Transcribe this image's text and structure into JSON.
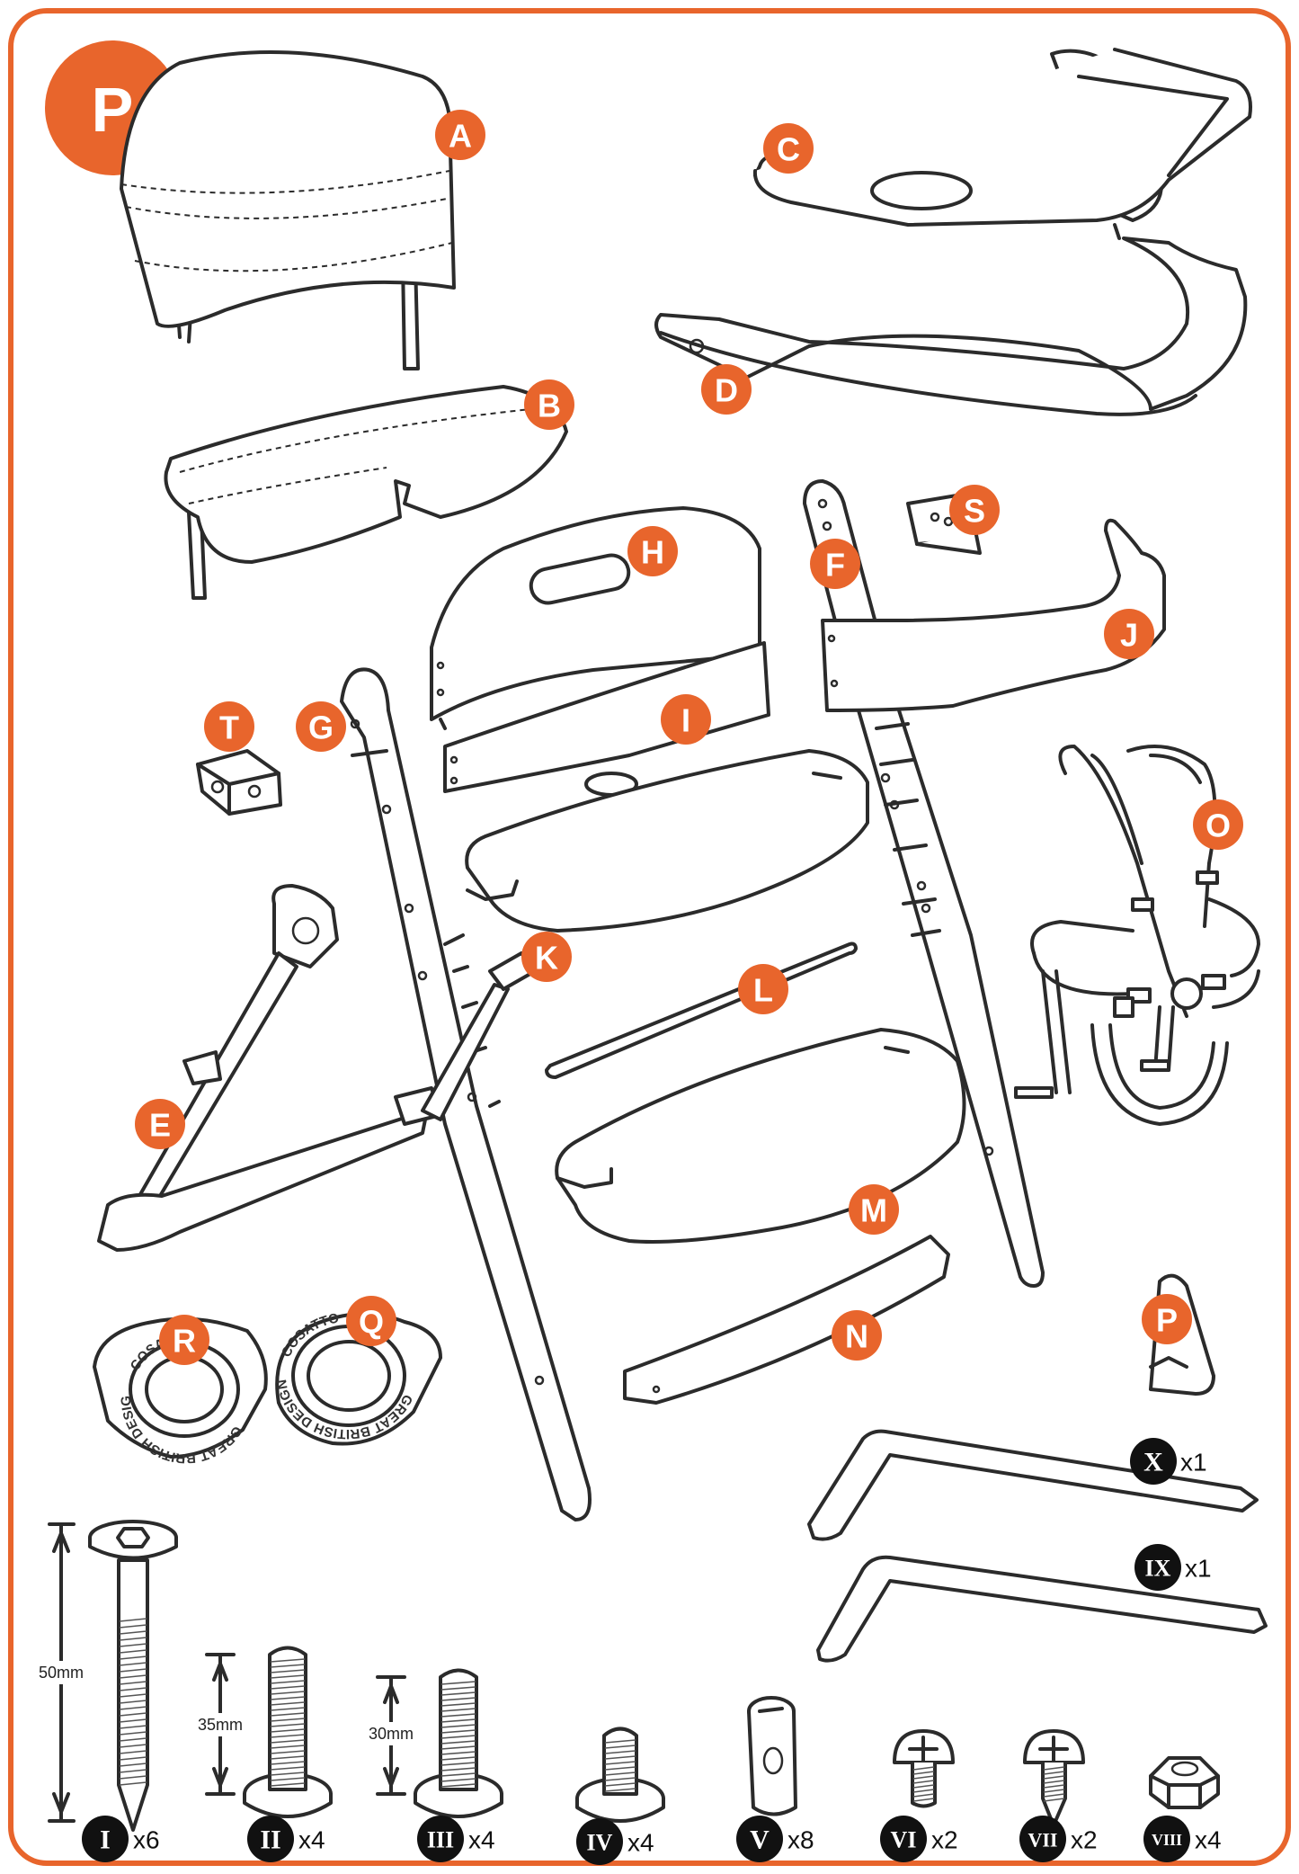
{
  "page_badge": "P",
  "colors": {
    "accent": "#e8652c",
    "outline": "#2b2b2b",
    "hardware_badge": "#111111"
  },
  "part_labels": {
    "A": "A",
    "B": "B",
    "C": "C",
    "D": "D",
    "E": "E",
    "F": "F",
    "G": "G",
    "H": "H",
    "I": "I",
    "J": "J",
    "K": "K",
    "L": "L",
    "M": "M",
    "N": "N",
    "O": "O",
    "P": "P",
    "Q": "Q",
    "R": "R",
    "S": "S",
    "T": "T"
  },
  "ring_text": {
    "brand": "COSATTO",
    "slogan": "GREAT BRITISH DESIGN"
  },
  "hardware": [
    {
      "numeral": "I",
      "qty": "x6",
      "length": "50mm"
    },
    {
      "numeral": "II",
      "qty": "x4",
      "length": "35mm"
    },
    {
      "numeral": "III",
      "qty": "x4",
      "length": "30mm"
    },
    {
      "numeral": "IV",
      "qty": "x4"
    },
    {
      "numeral": "V",
      "qty": "x8"
    },
    {
      "numeral": "VI",
      "qty": "x2"
    },
    {
      "numeral": "VII",
      "qty": "x2"
    },
    {
      "numeral": "VIII",
      "qty": "x4"
    }
  ],
  "tools": [
    {
      "numeral": "X",
      "qty": "x1"
    },
    {
      "numeral": "IX",
      "qty": "x1"
    }
  ]
}
